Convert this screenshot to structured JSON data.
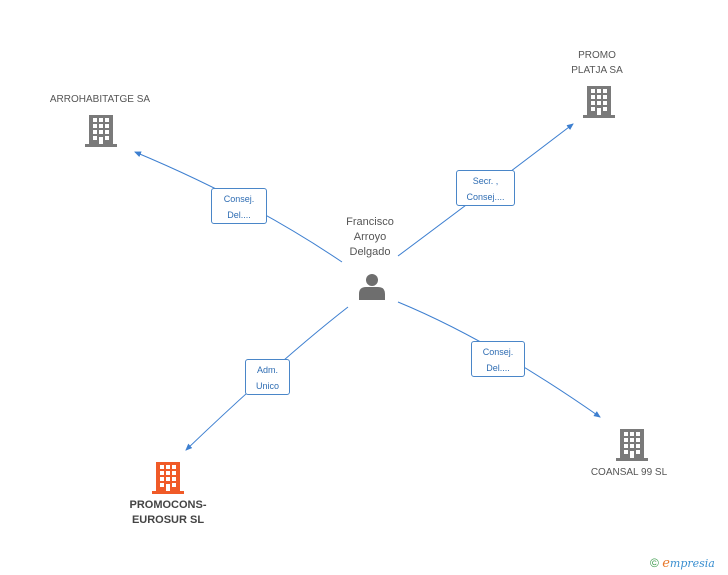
{
  "center": {
    "label": "Francisco\nArroyo\nDelgado",
    "icon": "person-icon"
  },
  "companies": {
    "arrohabitatge": {
      "label": "ARROHABITATGE SA",
      "icon": "building-icon",
      "color": "#7a7a7a"
    },
    "promo_platja": {
      "label": "PROMO\nPLATJA SA",
      "icon": "building-icon",
      "color": "#7a7a7a"
    },
    "promocons": {
      "label": "PROMOCONS-\nEUROSUR SL",
      "icon": "building-icon",
      "color": "#f05a28"
    },
    "coansal": {
      "label": "COANSAL 99 SL",
      "icon": "building-icon",
      "color": "#7a7a7a"
    }
  },
  "edges": {
    "arrohabitatge": "Consej.\nDel....",
    "promo_platja": "Secr. ,\nConsej....",
    "promocons": "Adm.\nUnico",
    "coansal": "Consej.\nDel...."
  },
  "colors": {
    "edge": "#3d7fd0",
    "text": "#555555"
  },
  "footer": {
    "copyright": "©",
    "brand_initial": "e",
    "brand_rest": "mpresia"
  }
}
